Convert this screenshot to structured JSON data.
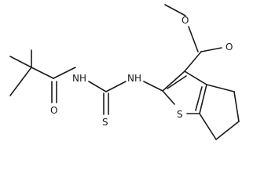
{
  "molecule": {
    "atoms": {
      "oxygen_ester_single": "O",
      "oxygen_ester_double": "O",
      "nh_right": "NH",
      "nh_left": "NH",
      "sulfur_thione": "S",
      "sulfur_ring": "S",
      "oxygen_amide": "O"
    }
  }
}
